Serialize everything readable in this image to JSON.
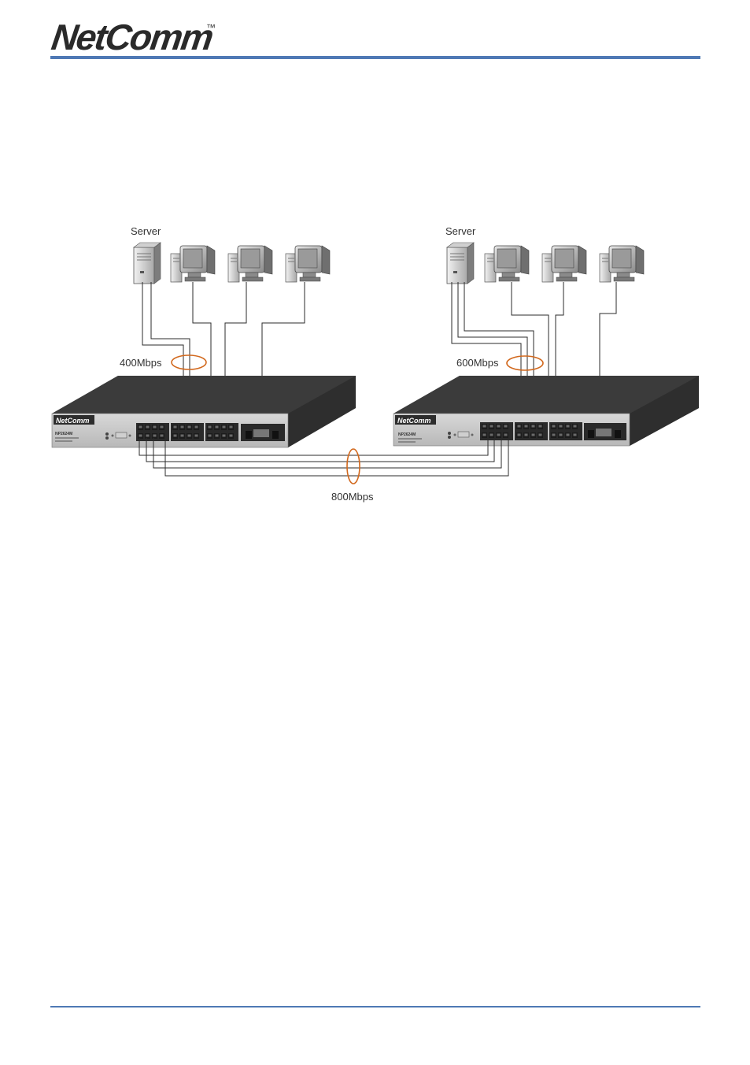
{
  "header": {
    "logo_text": "NetComm",
    "trademark": "™",
    "accent_color": "#4f79b5"
  },
  "diagram": {
    "left_group": {
      "server_label": "Server",
      "trunk_label": "400Mbps",
      "switch_brand": "NetComm",
      "switch_model": "NP2624M"
    },
    "right_group": {
      "server_label": "Server",
      "trunk_label": "600Mbps",
      "switch_brand": "NetComm",
      "switch_model": "NP2624M"
    },
    "interswitch_label": "800Mbps",
    "ellipse_color": "#d2691e"
  }
}
